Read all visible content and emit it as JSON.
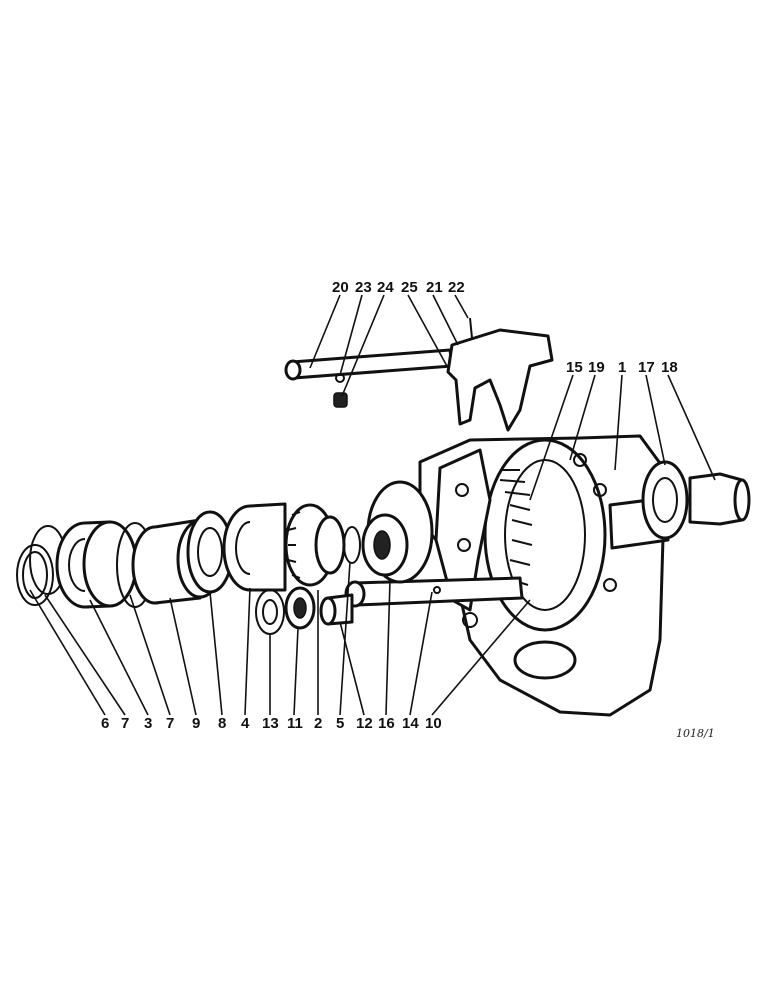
{
  "figure": {
    "reference": "1018/1",
    "callouts_bottom": [
      "6",
      "7",
      "3",
      "7",
      "9",
      "8",
      "4",
      "13",
      "11",
      "2",
      "5",
      "12",
      "16",
      "14",
      "10"
    ],
    "callouts_top": [
      "20",
      "23",
      "24",
      "25",
      "21",
      "22"
    ],
    "callouts_right": [
      "15",
      "19",
      "1",
      "17",
      "18"
    ]
  },
  "colors": {
    "ink": "#111111",
    "paper": "#ffffff"
  }
}
